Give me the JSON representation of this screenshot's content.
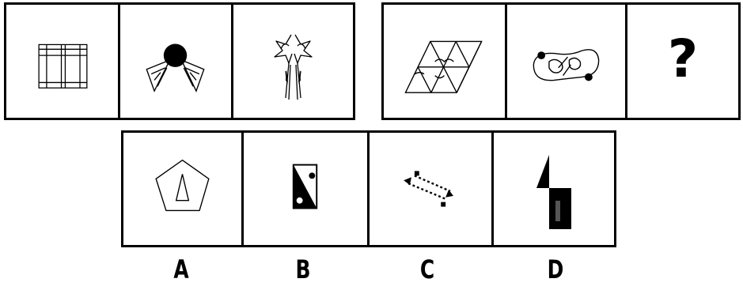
{
  "question_sequence_1": {
    "cells": [
      "window-grid-figure",
      "ball-with-wings-figure",
      "bird-pair-figure"
    ]
  },
  "question_sequence_2": {
    "cells": [
      "triangle-parallelogram-figure",
      "curvy-shape-figure"
    ],
    "unknown_mark": "?"
  },
  "options": [
    {
      "label": "A",
      "figure": "pentagon-triangle-figure"
    },
    {
      "label": "B",
      "figure": "split-rectangle-figure"
    },
    {
      "label": "C",
      "figure": "dotted-arrows-figure"
    },
    {
      "label": "D",
      "figure": "zigzag-block-figure"
    }
  ]
}
